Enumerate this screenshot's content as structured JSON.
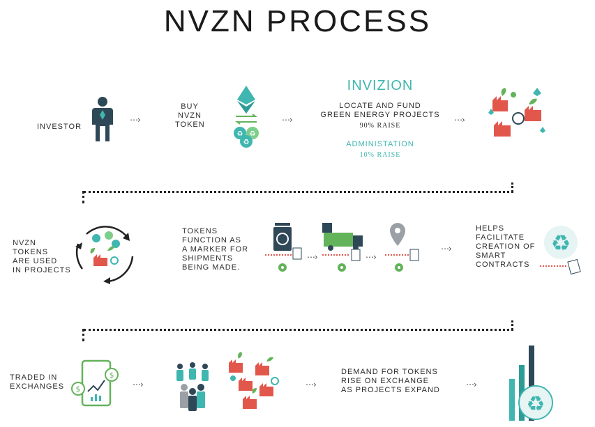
{
  "title": "NVZN PROCESS",
  "row1": {
    "investor": "INVESTOR",
    "buy": [
      "BUY",
      "NVZN",
      "TOKEN"
    ],
    "invizion": "INVIZION",
    "locate": [
      "LOCATE AND FUND",
      "GREEN ENERGY PROJECTS"
    ],
    "raise90": "90% RAISE",
    "admin": "ADMINISTATION",
    "raise10": "10% RAISE"
  },
  "row2": {
    "nvzn_tokens": [
      "NVZN",
      "TOKENS",
      "ARE USED",
      "IN PROJECTS"
    ],
    "tokens_function": [
      "TOKENS",
      "FUNCTION AS",
      "A MARKER FOR",
      "SHIPMENTS",
      "BEING MADE."
    ],
    "helps": [
      "HELPS",
      "FACILITATE",
      "CREATION OF",
      "SMART",
      "CONTRACTS"
    ]
  },
  "row3": {
    "traded": [
      "TRADED IN",
      "EXCHANGES"
    ],
    "demand": [
      "DEMAND FOR TOKENS",
      "RISE ON EXCHANGE",
      "AS PROJECTS EXPAND"
    ]
  },
  "arrow_glyph": "⋯›",
  "icons": {
    "investor": "person-icon",
    "token": "ethereum-recycle-icon",
    "factories": "green-factory-icon",
    "cycle": "cycle-icon",
    "bin": "bin-icon",
    "truck": "truck-icon",
    "pin": "location-pin-icon",
    "recycle": "recycle-icon",
    "phone": "phone-exchange-icon",
    "people": "people-icon",
    "chart": "bar-chart-recycle-icon"
  },
  "colors": {
    "accent": "#3fb6b0",
    "green": "#63b35a",
    "red": "#e2574c",
    "navy": "#2f4858"
  }
}
